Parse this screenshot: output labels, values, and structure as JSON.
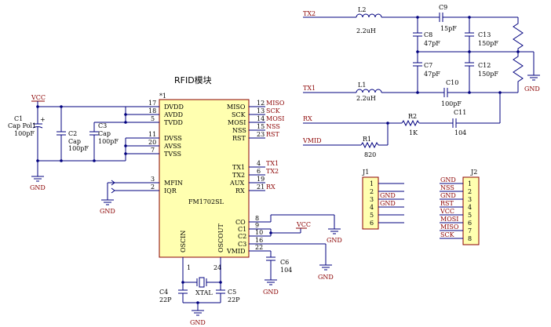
{
  "title": "RFID模块",
  "ic": {
    "ref": "*1",
    "name": "FM1702SL",
    "left_pins": [
      {
        "num": "17",
        "name": "DVDD"
      },
      {
        "num": "18",
        "name": "AVDD"
      },
      {
        "num": "5",
        "name": "TVDD"
      },
      {
        "num": "11",
        "name": "DVSS"
      },
      {
        "num": "20",
        "name": "AVSS"
      },
      {
        "num": "7",
        "name": "TVSS"
      },
      {
        "num": "3",
        "name": "MFIN"
      },
      {
        "num": "2",
        "name": "IQR"
      }
    ],
    "right_pins": [
      {
        "num": "12",
        "name": "MISO",
        "net": "MISO"
      },
      {
        "num": "13",
        "name": "SCK",
        "net": "SCK"
      },
      {
        "num": "14",
        "name": "MOSI",
        "net": "MOSI"
      },
      {
        "num": "15",
        "name": "NSS",
        "net": "NSS"
      },
      {
        "num": "23",
        "name": "RST",
        "net": "RST"
      },
      {
        "num": "4",
        "name": "TX1",
        "net": "TX1"
      },
      {
        "num": "6",
        "name": "TX2",
        "net": "TX2"
      },
      {
        "num": "19",
        "name": "AUX",
        "net": ""
      },
      {
        "num": "21",
        "name": "RX",
        "net": "RX"
      },
      {
        "num": "8",
        "name": "CO",
        "net": ""
      },
      {
        "num": "9",
        "name": "C1",
        "net": ""
      },
      {
        "num": "10",
        "name": "C2",
        "net": ""
      },
      {
        "num": "16",
        "name": "C3",
        "net": ""
      },
      {
        "num": "22",
        "name": "VMID",
        "net": ""
      }
    ],
    "bottom_pins": [
      {
        "num": "1",
        "name": "OSCIN"
      },
      {
        "num": "24",
        "name": "OSCOUT"
      }
    ]
  },
  "power": {
    "vcc": "VCC",
    "gnd": "GND"
  },
  "caps": {
    "c1": {
      "ref": "C1",
      "type": "Cap Pol1",
      "value": "100pF"
    },
    "c2": {
      "ref": "C2",
      "type": "Cap",
      "value": "100pF"
    },
    "c3": {
      "ref": "C3",
      "type": "Cap",
      "value": "100pF"
    },
    "c4": {
      "ref": "C4",
      "value": "22P"
    },
    "c5": {
      "ref": "C5",
      "value": "22P"
    },
    "c6": {
      "ref": "C6",
      "value": "104"
    },
    "c7": {
      "ref": "C7",
      "value": "47pF"
    },
    "c8": {
      "ref": "C8",
      "value": "47pF"
    },
    "c9": {
      "ref": "C9",
      "value": "15pF"
    },
    "c10": {
      "ref": "C10",
      "value": "100pF"
    },
    "c11": {
      "ref": "C11",
      "value": "104"
    },
    "c12": {
      "ref": "C12",
      "value": "150pF"
    },
    "c13": {
      "ref": "C13",
      "value": "150pF"
    }
  },
  "inductors": {
    "l1": {
      "ref": "L1",
      "value": "2.2uH"
    },
    "l2": {
      "ref": "L2",
      "value": "2.2uH"
    }
  },
  "resistors": {
    "r1": {
      "ref": "R1",
      "value": "820"
    },
    "r2": {
      "ref": "R2",
      "value": "1K"
    }
  },
  "crystal": {
    "ref": "XTAL"
  },
  "nets": {
    "tx1": "TX1",
    "tx2": "TX2",
    "rx": "RX",
    "vmid": "VMID"
  },
  "j1": {
    "ref": "J1",
    "pins": [
      "1",
      "2",
      "3",
      "4",
      "5",
      "6"
    ],
    "labels": [
      "",
      "",
      "GND",
      "GND",
      "",
      ""
    ]
  },
  "j2": {
    "ref": "J2",
    "pins": [
      "1",
      "2",
      "3",
      "4",
      "5",
      "6",
      "7",
      "8"
    ],
    "labels": [
      "GND",
      "NSS",
      "GND",
      "RST",
      "VCC",
      "MOSI",
      "MISO",
      "SCK"
    ]
  }
}
